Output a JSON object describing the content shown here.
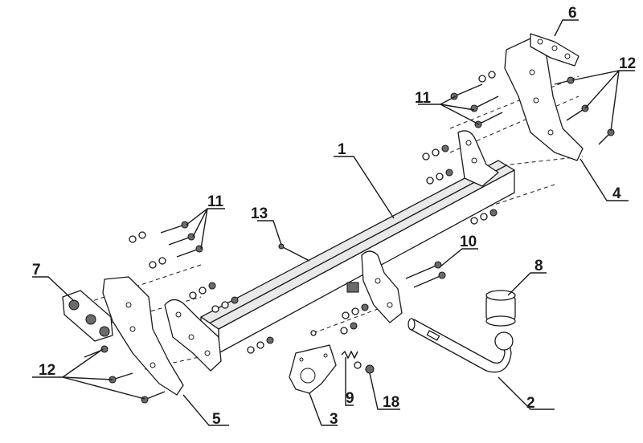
{
  "diagram": {
    "callouts": [
      {
        "id": "c1",
        "text": "1"
      },
      {
        "id": "c2",
        "text": "2"
      },
      {
        "id": "c3",
        "text": "3"
      },
      {
        "id": "c4",
        "text": "4"
      },
      {
        "id": "c5",
        "text": "5"
      },
      {
        "id": "c6",
        "text": "6"
      },
      {
        "id": "c7",
        "text": "7"
      },
      {
        "id": "c8",
        "text": "8"
      },
      {
        "id": "c9",
        "text": "9"
      },
      {
        "id": "c10",
        "text": "10"
      },
      {
        "id": "c11a",
        "text": "11"
      },
      {
        "id": "c11b",
        "text": "11"
      },
      {
        "id": "c12a",
        "text": "12"
      },
      {
        "id": "c12b",
        "text": "12"
      },
      {
        "id": "c13",
        "text": "13"
      },
      {
        "id": "c18",
        "text": "18"
      }
    ]
  }
}
